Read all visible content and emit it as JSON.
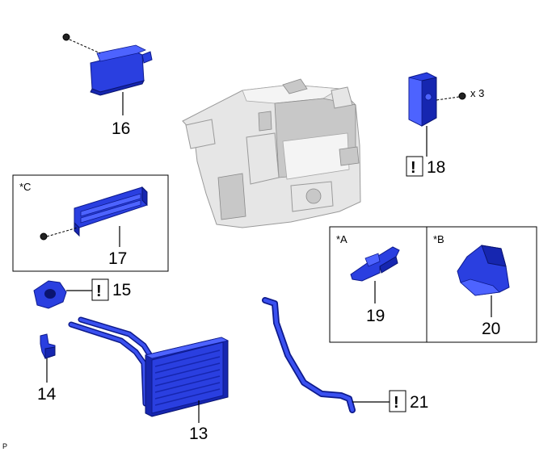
{
  "parts": {
    "p16": "16",
    "p17": "17",
    "p18": "18",
    "p15": "15",
    "p19": "19",
    "p20": "20",
    "p14": "14",
    "p13": "13",
    "p21": "21"
  },
  "notes": {
    "qty_x3": "x 3",
    "group_c": "*C",
    "group_a": "*A",
    "group_b": "*B",
    "corner_mark": "P",
    "warning_glyph": "!"
  },
  "icons": {
    "warning": "warning-box-icon",
    "bolt": "bolt-icon",
    "screw": "screw-icon"
  },
  "colors": {
    "part_blue": "#2a3fe0",
    "housing_gray": "#e6e6e6"
  }
}
